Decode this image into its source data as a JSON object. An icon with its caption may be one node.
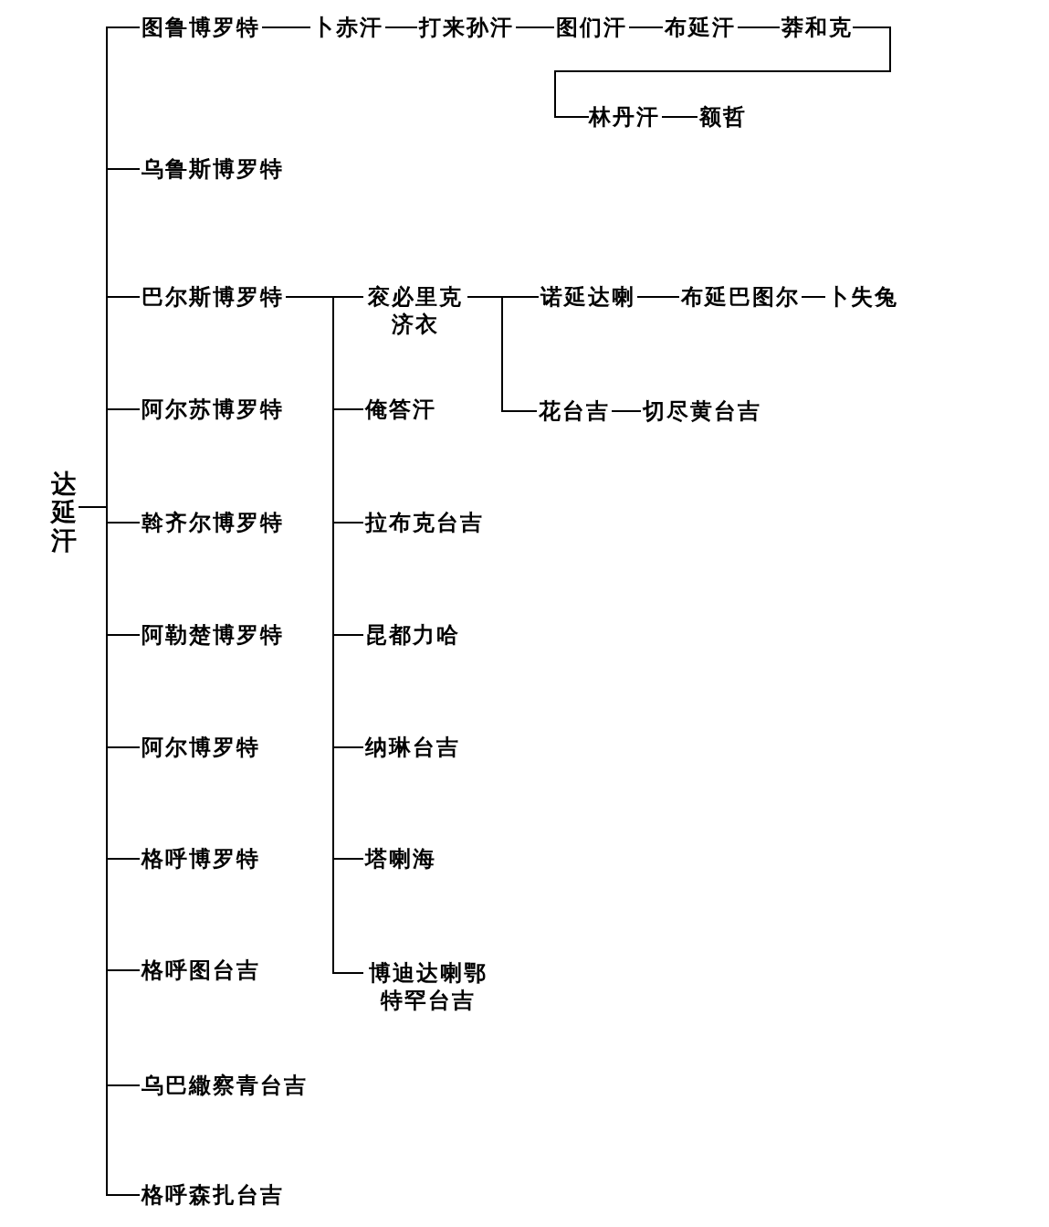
{
  "diagram": {
    "nodes": [
      {
        "text": [
          "达延汗"
        ]
      },
      {
        "text": [
          "图鲁博罗特"
        ]
      },
      {
        "text": [
          "卜赤汗"
        ]
      },
      {
        "text": [
          "打来孙汗"
        ]
      },
      {
        "text": [
          "图们汗"
        ]
      },
      {
        "text": [
          "布延汗"
        ]
      },
      {
        "text": [
          "莽和克"
        ]
      },
      {
        "text": [
          "林丹汗"
        ]
      },
      {
        "text": [
          "额哲"
        ]
      },
      {
        "text": [
          "乌鲁斯博罗特"
        ]
      },
      {
        "text": [
          "巴尔斯博罗特"
        ]
      },
      {
        "text": [
          "衮必里克济衣"
        ]
      },
      {
        "text": [
          "诺延达喇"
        ]
      },
      {
        "text": [
          "布延巴图尔"
        ]
      },
      {
        "text": [
          "卜失兔"
        ]
      },
      {
        "text": [
          "阿尔苏博罗特"
        ]
      },
      {
        "text": [
          "俺答汗"
        ]
      },
      {
        "text": [
          "花台吉"
        ]
      },
      {
        "text": [
          "切尽黄台吉"
        ]
      },
      {
        "text": [
          "斡齐尔博罗特"
        ]
      },
      {
        "text": [
          "拉布克台吉"
        ]
      },
      {
        "text": [
          "阿勒楚博罗特"
        ]
      },
      {
        "text": [
          "昆都力哈"
        ]
      },
      {
        "text": [
          "阿尔博罗特"
        ]
      },
      {
        "text": [
          "纳琳台吉"
        ]
      },
      {
        "text": [
          "格呼博罗特"
        ]
      },
      {
        "text": [
          "塔喇海"
        ]
      },
      {
        "text": [
          "格呼图台吉"
        ]
      },
      {
        "text": [
          "博迪达喇鄂特罕台吉"
        ]
      },
      {
        "text": [
          "乌巴繖察青台吉"
        ]
      },
      {
        "text": [
          "格呼森扎台吉"
        ]
      }
    ],
    "edges": [
      {
        "from": 0,
        "to": 1,
        "arrow": "none"
      },
      {
        "from": 1,
        "to": 2,
        "arrow": "none"
      },
      {
        "from": 2,
        "to": 3,
        "arrow": "none"
      },
      {
        "from": 3,
        "to": 4,
        "arrow": "none"
      },
      {
        "from": 4,
        "to": 5,
        "arrow": "none"
      },
      {
        "from": 5,
        "to": 6,
        "arrow": "none"
      },
      {
        "from": 6,
        "to": 7,
        "arrow": "none"
      },
      {
        "from": 7,
        "to": 8,
        "arrow": "none"
      },
      {
        "from": 0,
        "to": 9,
        "arrow": "none"
      },
      {
        "from": 0,
        "to": 10,
        "arrow": "none"
      },
      {
        "from": 10,
        "to": 11,
        "arrow": "none"
      },
      {
        "from": 11,
        "to": 12,
        "arrow": "none"
      },
      {
        "from": 12,
        "to": 13,
        "arrow": "none"
      },
      {
        "from": 13,
        "to": 14,
        "arrow": "none"
      },
      {
        "from": 0,
        "to": 15,
        "arrow": "none"
      },
      {
        "from": 10,
        "to": 16,
        "arrow": "none"
      },
      {
        "from": 11,
        "to": 17,
        "arrow": "none"
      },
      {
        "from": 17,
        "to": 18,
        "arrow": "none"
      },
      {
        "from": 0,
        "to": 19,
        "arrow": "none"
      },
      {
        "from": 10,
        "to": 20,
        "arrow": "none"
      },
      {
        "from": 0,
        "to": 21,
        "arrow": "none"
      },
      {
        "from": 10,
        "to": 22,
        "arrow": "none"
      },
      {
        "from": 0,
        "to": 23,
        "arrow": "none"
      },
      {
        "from": 10,
        "to": 24,
        "arrow": "none"
      },
      {
        "from": 0,
        "to": 25,
        "arrow": "none"
      },
      {
        "from": 10,
        "to": 26,
        "arrow": "none"
      },
      {
        "from": 0,
        "to": 27,
        "arrow": "none"
      },
      {
        "from": 10,
        "to": 28,
        "arrow": "none"
      },
      {
        "from": 0,
        "to": 29,
        "arrow": "none"
      },
      {
        "from": 0,
        "to": 30,
        "arrow": "none"
      }
    ]
  }
}
